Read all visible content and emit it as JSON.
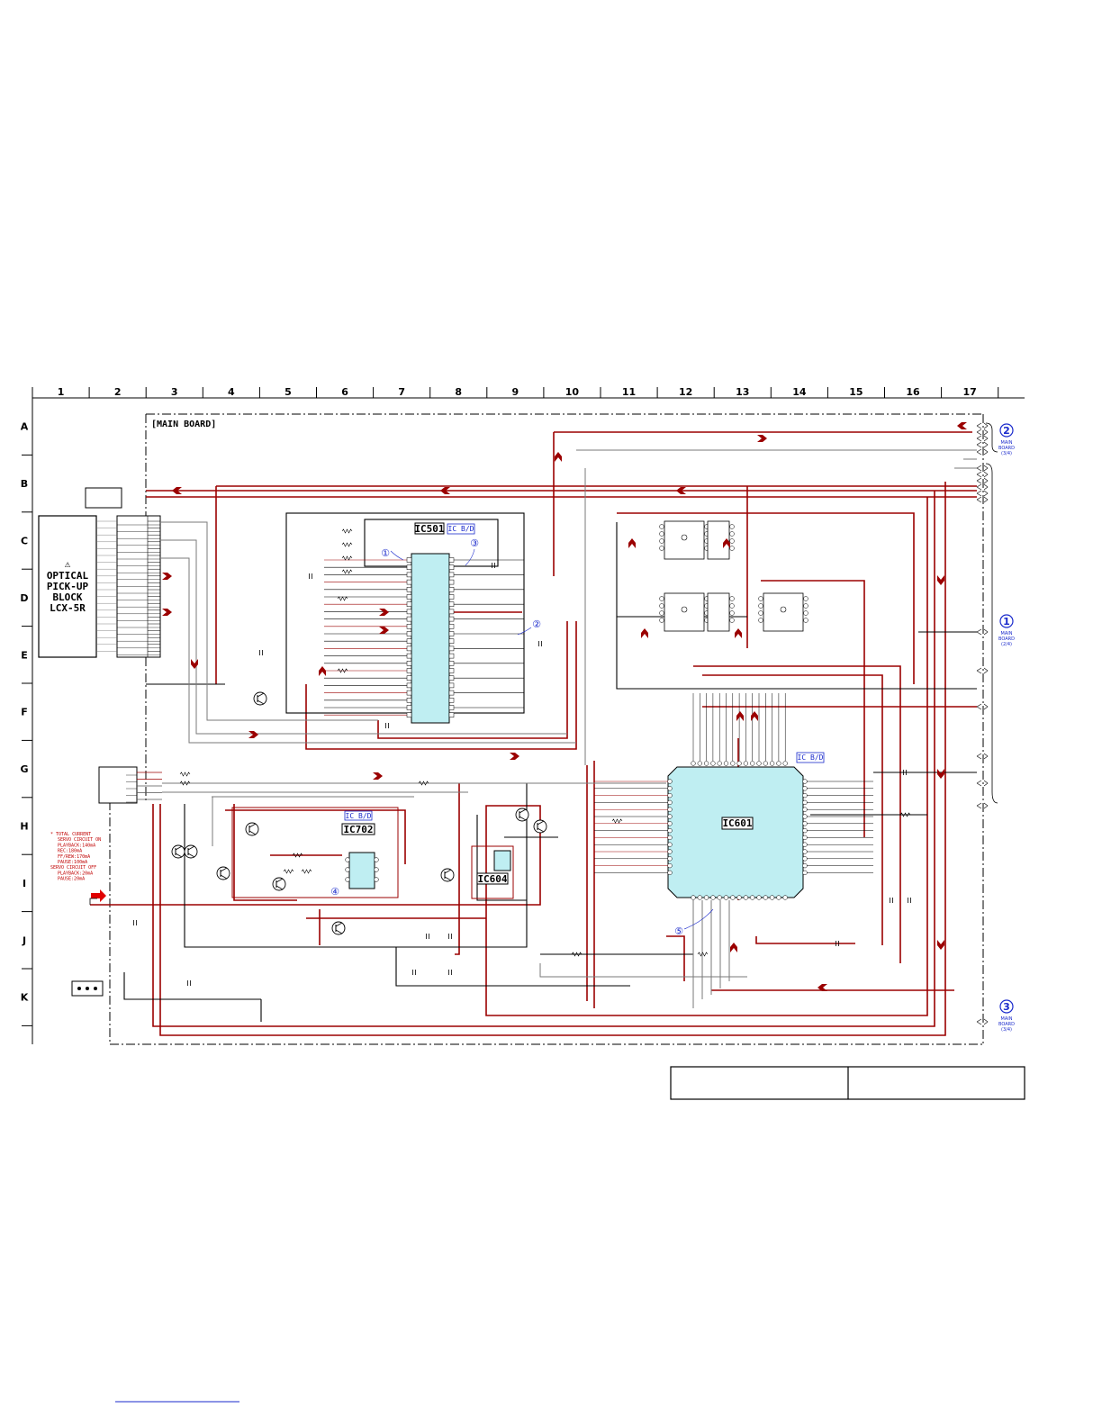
{
  "board": {
    "title": "[MAIN BOARD]"
  },
  "grid": {
    "columns": [
      "1",
      "2",
      "3",
      "4",
      "5",
      "6",
      "7",
      "8",
      "9",
      "10",
      "11",
      "12",
      "13",
      "14",
      "15",
      "16",
      "17"
    ],
    "rows": [
      "A",
      "B",
      "C",
      "D",
      "E",
      "F",
      "G",
      "H",
      "I",
      "J",
      "K"
    ]
  },
  "pickup": {
    "warning_symbol": "⚠",
    "lines": [
      "OPTICAL",
      "PICK-UP",
      "BLOCK",
      "LCX-5R"
    ]
  },
  "ics": {
    "ic501": {
      "name": "IC501",
      "mode": "IC B/D"
    },
    "ic601": {
      "name": "IC601",
      "mode": "IC B/D"
    },
    "ic702": {
      "name": "IC702",
      "mode": "IC B/D"
    },
    "ic604": {
      "name": "IC604"
    }
  },
  "callouts": {
    "c1": "①",
    "c2": "②",
    "c3": "③",
    "c4": "④",
    "c5": "⑤"
  },
  "connectors": {
    "out1": {
      "num": "1",
      "line1": "MAIN",
      "line2": "BOARD",
      "line3": "(2/4)"
    },
    "out2": {
      "num": "2",
      "line1": "MAIN",
      "line2": "BOARD",
      "line3": "(3/4)"
    },
    "out3": {
      "num": "3",
      "line1": "MAIN",
      "line2": "BOARD",
      "line3": "(3/4)"
    }
  },
  "current_note": [
    "* TOTAL CURRENT",
    "SERVO CIRCUIT ON",
    "PLAYBACK:140mA",
    "REC:180mA",
    "FF/REW:170mA",
    "PAUSE:100mA",
    "SERVO CIRCUIT OFF",
    "PLAYBACK:20mA",
    "PAUSE:20mA"
  ],
  "colors": {
    "signal_red": "#9b0000",
    "ic_fill": "#bfeef2",
    "callout_blue": "#1a2acc"
  }
}
